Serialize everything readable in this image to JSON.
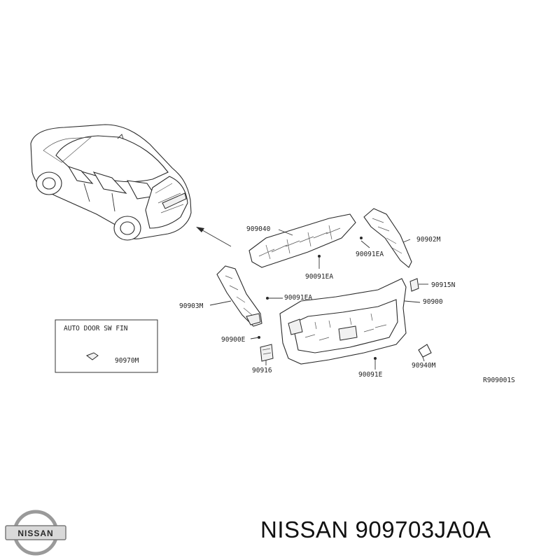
{
  "diagram": {
    "callouts": {
      "part_90904": "909040",
      "part_90902m": "90902M",
      "part_90091ea_upper_right": "90091EA",
      "part_90091ea_top": "90091EA",
      "part_90915n": "90915N",
      "part_90900": "90900",
      "part_90903m": "90903M",
      "part_90091ea_middle": "90091EA",
      "part_90900e": "90900E",
      "part_90916": "90916",
      "part_90091e": "90091E",
      "part_90940m": "90940M",
      "part_90970m": "90970M"
    },
    "inset_title": "AUTO DOOR SW FIN",
    "reference_code": "R909001S"
  },
  "footer": {
    "brand": "NISSAN",
    "part_number_title": "NISSAN 909703JA0A"
  },
  "logo": {
    "text": "NISSAN",
    "icon": "nissan-logo-icon"
  },
  "colors": {
    "line": "#2a2a2a",
    "background": "#ffffff",
    "logo_metal": "#9a9a9a",
    "logo_band": "#d9d9d9"
  }
}
